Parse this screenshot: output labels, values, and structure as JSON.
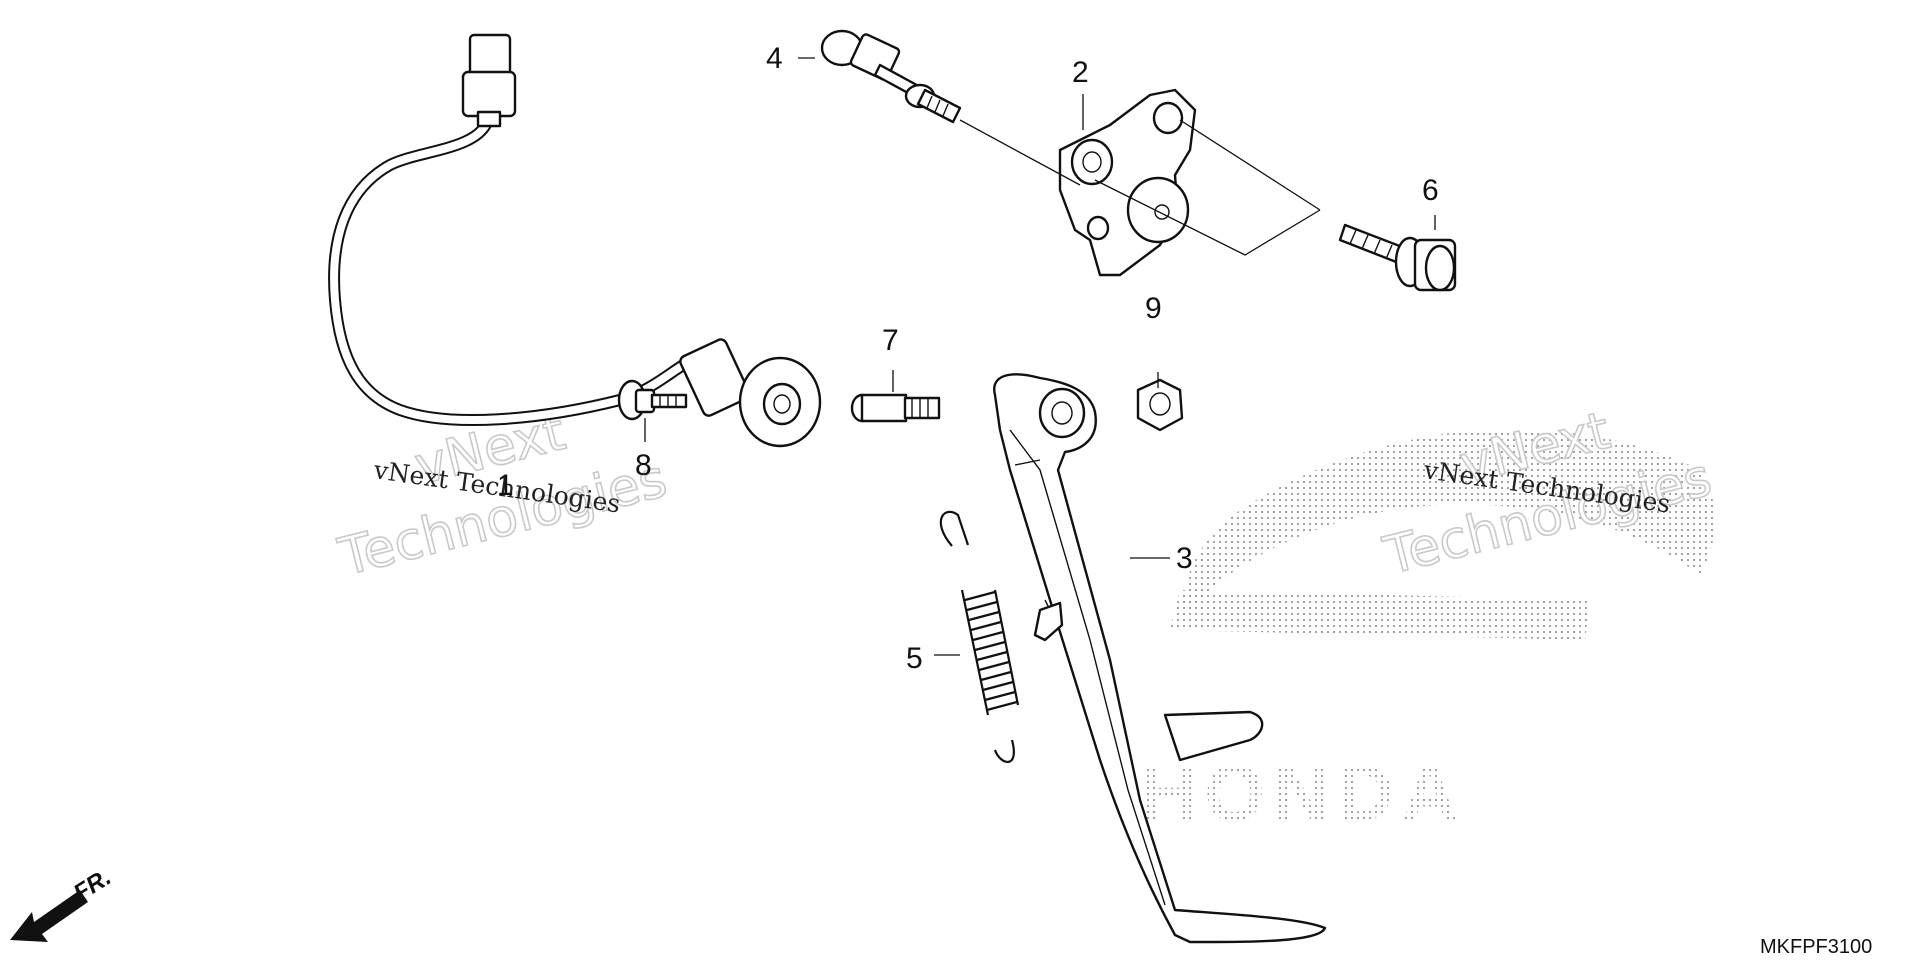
{
  "callouts": [
    {
      "id": "1",
      "label": "1"
    },
    {
      "id": "2",
      "label": "2"
    },
    {
      "id": "3",
      "label": "3"
    },
    {
      "id": "4",
      "label": "4"
    },
    {
      "id": "5",
      "label": "5"
    },
    {
      "id": "6",
      "label": "6"
    },
    {
      "id": "7",
      "label": "7"
    },
    {
      "id": "8",
      "label": "8"
    },
    {
      "id": "9",
      "label": "9"
    }
  ],
  "watermark": {
    "small_text": "vNext Technologies",
    "big_line1": "vNext",
    "big_line2": "Technologies",
    "brand_logo_text": "HONDA"
  },
  "direction_label": "FR.",
  "diagram_code": "MKFPF3100"
}
